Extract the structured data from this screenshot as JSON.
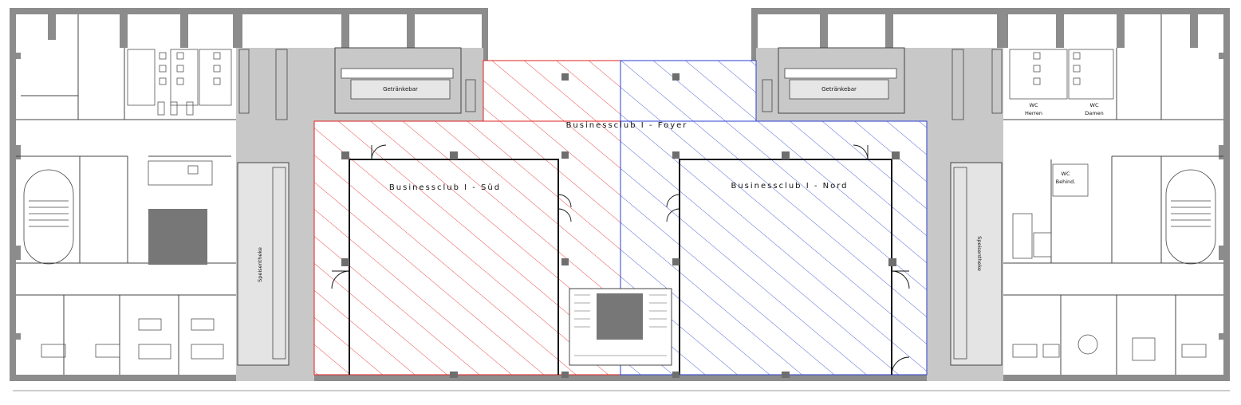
{
  "rooms": {
    "foyer": "Businessclub I - Foyer",
    "sued": "Businessclub I - Süd",
    "nord": "Businessclub I - Nord"
  },
  "bars": {
    "left": "Getränkebar",
    "right": "Getränkebar"
  },
  "counters": {
    "left": "Speisentheke",
    "right": "Speisentheke"
  },
  "toilets": {
    "herren_1": "WC",
    "herren_2": "Herren",
    "damen_1": "WC",
    "damen_2": "Damen",
    "behind_1": "WC",
    "behind_2": "Behind."
  },
  "colors": {
    "wall": "#8c8c8c",
    "service": "#c8c8c8",
    "sued_hatch": "#e02020",
    "nord_hatch": "#2a3fd0",
    "column": "#6e6e6e"
  }
}
